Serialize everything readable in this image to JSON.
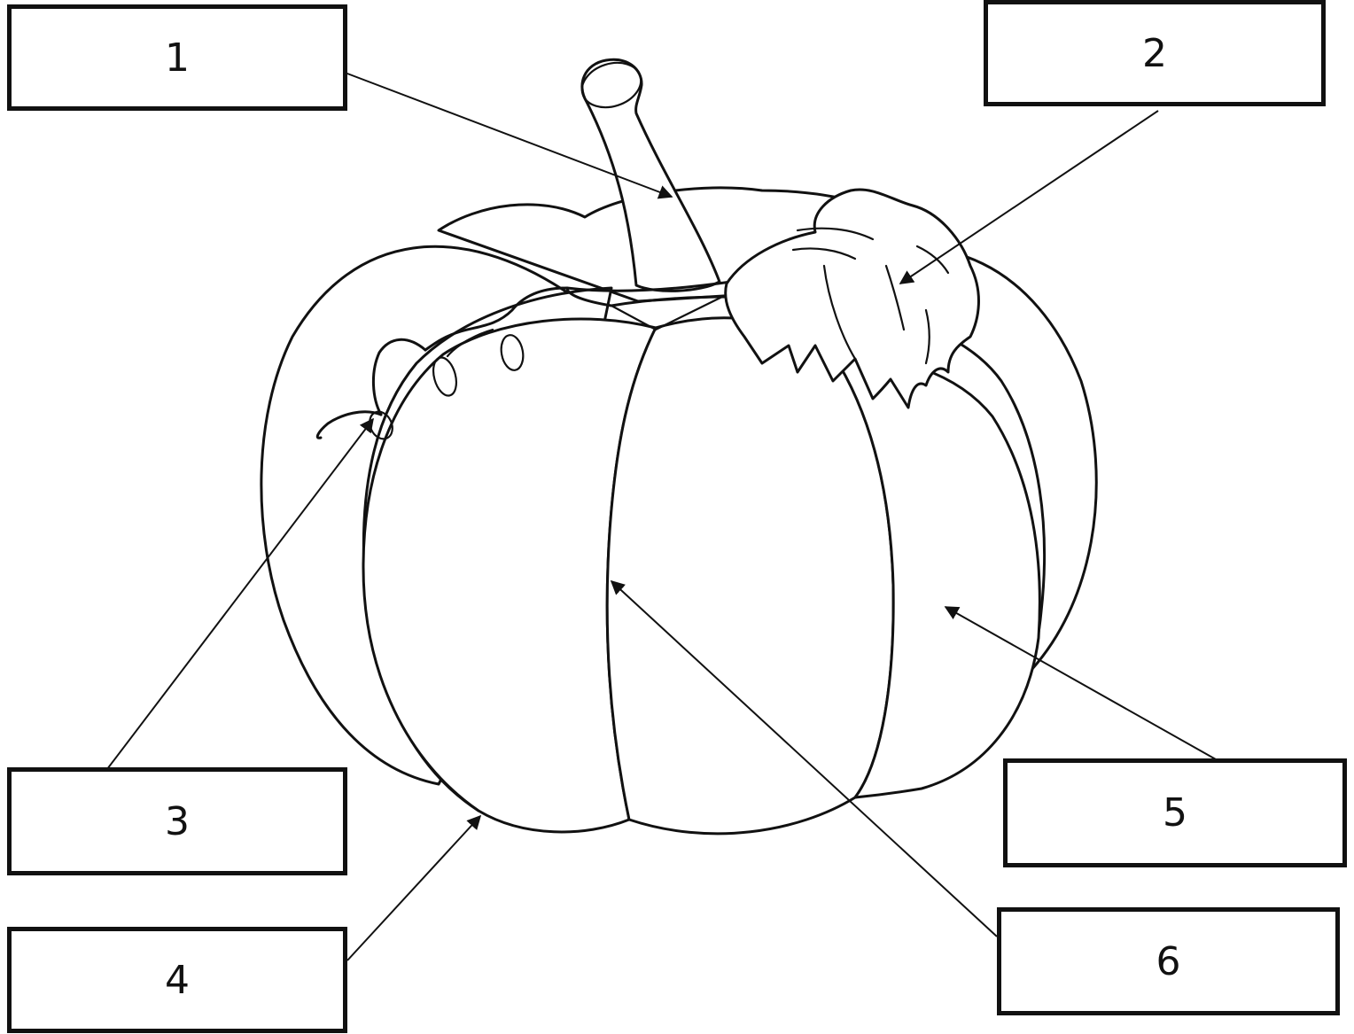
{
  "labels": [
    {
      "id": "1",
      "text": "1"
    },
    {
      "id": "2",
      "text": "2"
    },
    {
      "id": "3",
      "text": "3"
    },
    {
      "id": "4",
      "text": "4"
    },
    {
      "id": "5",
      "text": "5"
    },
    {
      "id": "6",
      "text": "6"
    }
  ],
  "colors": {
    "ink": "#111111",
    "paper": "#ffffff"
  }
}
